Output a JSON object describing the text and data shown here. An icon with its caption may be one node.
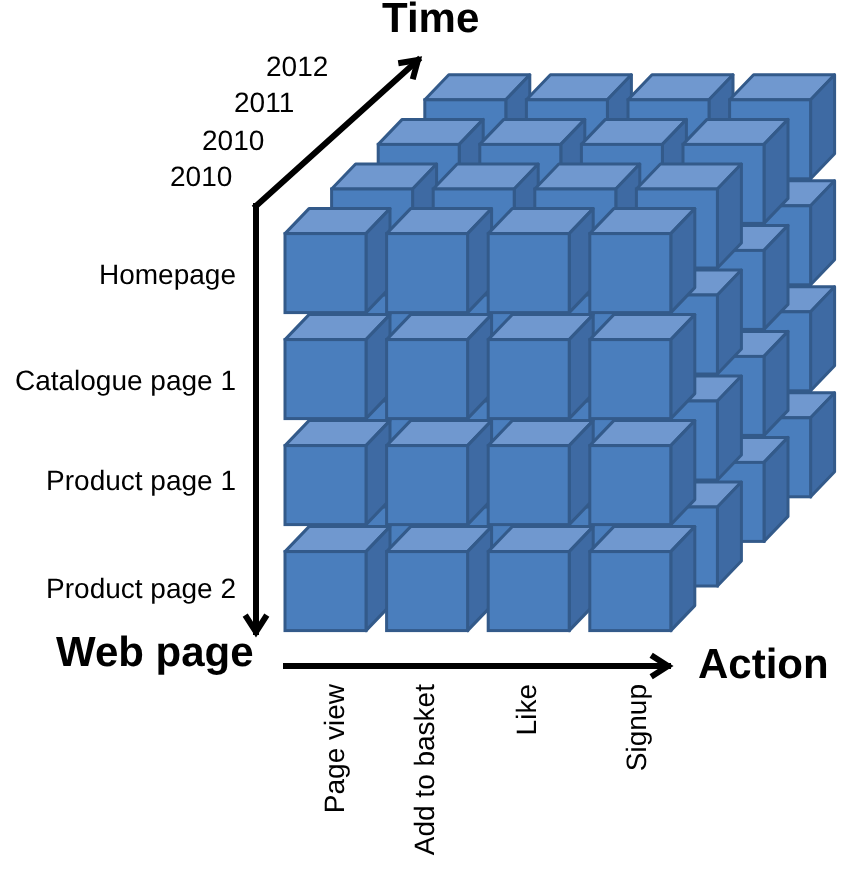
{
  "diagram": {
    "labels": [
      "Time",
      "2012",
      "2011",
      "2010",
      "2010",
      "Homepage",
      "Catalogue page 1",
      "Product page 1",
      "Product page 2",
      "Web page",
      "Action",
      "Page view",
      "Add to basket",
      "Like",
      "Signup"
    ]
  }
}
